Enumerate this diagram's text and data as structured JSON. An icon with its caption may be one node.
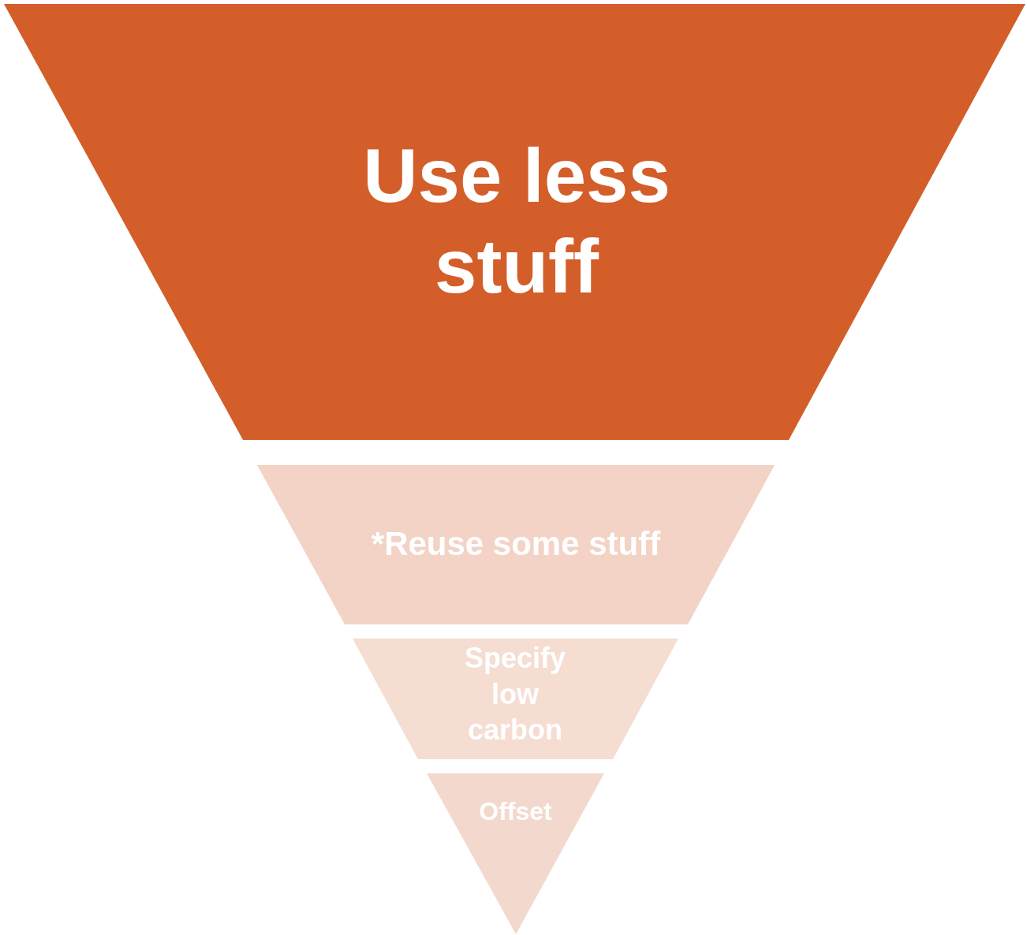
{
  "diagram": {
    "nodes": [
      {
        "text": [
          "Use less stuff"
        ]
      },
      {
        "text": [
          "*Reuse some stuff"
        ]
      },
      {
        "text": [
          "Specify low carbon"
        ]
      },
      {
        "text": [
          "Offset"
        ]
      }
    ]
  }
}
